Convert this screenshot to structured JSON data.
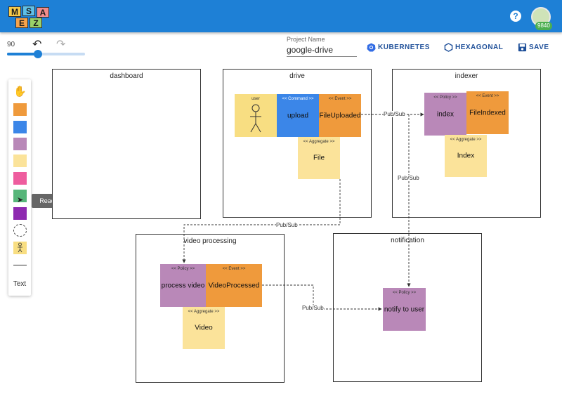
{
  "header": {
    "logo_letters": [
      "M",
      "S",
      "A",
      "E",
      "Z"
    ],
    "help_label": "?",
    "avatar_badge": "9840"
  },
  "controls": {
    "zoom_value": "90",
    "zoom_level": 0.4,
    "undo_icon": "undo-arrow-icon",
    "redo_icon": "redo-arrow-icon"
  },
  "project": {
    "label": "Project Name",
    "value": "google-drive"
  },
  "actions": {
    "kubernetes": "KUBERNETES",
    "hexagonal": "HEXAGONAL",
    "save": "SAVE"
  },
  "toolbar": {
    "tools": [
      "hand",
      "event",
      "command",
      "policy",
      "aggregate",
      "external",
      "read-model",
      "issue",
      "bounded-context",
      "actor",
      "line"
    ],
    "text_label": "Text",
    "tooltip": "Read Model",
    "colors": {
      "event": "#ef9a3c",
      "command": "#3b86e8",
      "policy": "#b988b8",
      "aggregate": "#fbe39a",
      "external": "#ee5d9e",
      "read_model": "#57b67a",
      "issue": "#8e2ab0"
    }
  },
  "bounded_contexts": [
    {
      "name": "dashboard"
    },
    {
      "name": "drive"
    },
    {
      "name": "indexer"
    },
    {
      "name": "video processing"
    },
    {
      "name": "notification"
    }
  ],
  "stickies": {
    "drive_user": {
      "type": "user",
      "name": ""
    },
    "drive_command": {
      "type": "<< Command >>",
      "name": "upload"
    },
    "drive_event": {
      "type": "<< Event >>",
      "name": "FileUploaded"
    },
    "drive_aggregate": {
      "type": "<< Aggregate >>",
      "name": "File"
    },
    "indexer_policy": {
      "type": "<< Policy >>",
      "name": "index"
    },
    "indexer_event": {
      "type": "<< Event >>",
      "name": "FileIndexed"
    },
    "indexer_aggregate": {
      "type": "<< Aggregate >>",
      "name": "Index"
    },
    "video_policy": {
      "type": "<< Policy >>",
      "name": "process video"
    },
    "video_event": {
      "type": "<< Event >>",
      "name": "VideoProcessed"
    },
    "video_aggregate": {
      "type": "<< Aggregate >>",
      "name": "Video"
    },
    "notif_policy": {
      "type": "<< Policy >>",
      "name": "notify to user"
    }
  },
  "edges": {
    "pubsub_1": "Pub/Sub",
    "pubsub_2": "Pub/Sub",
    "pubsub_3": "Pub/Sub",
    "pubsub_4": "Pub/Sub"
  }
}
